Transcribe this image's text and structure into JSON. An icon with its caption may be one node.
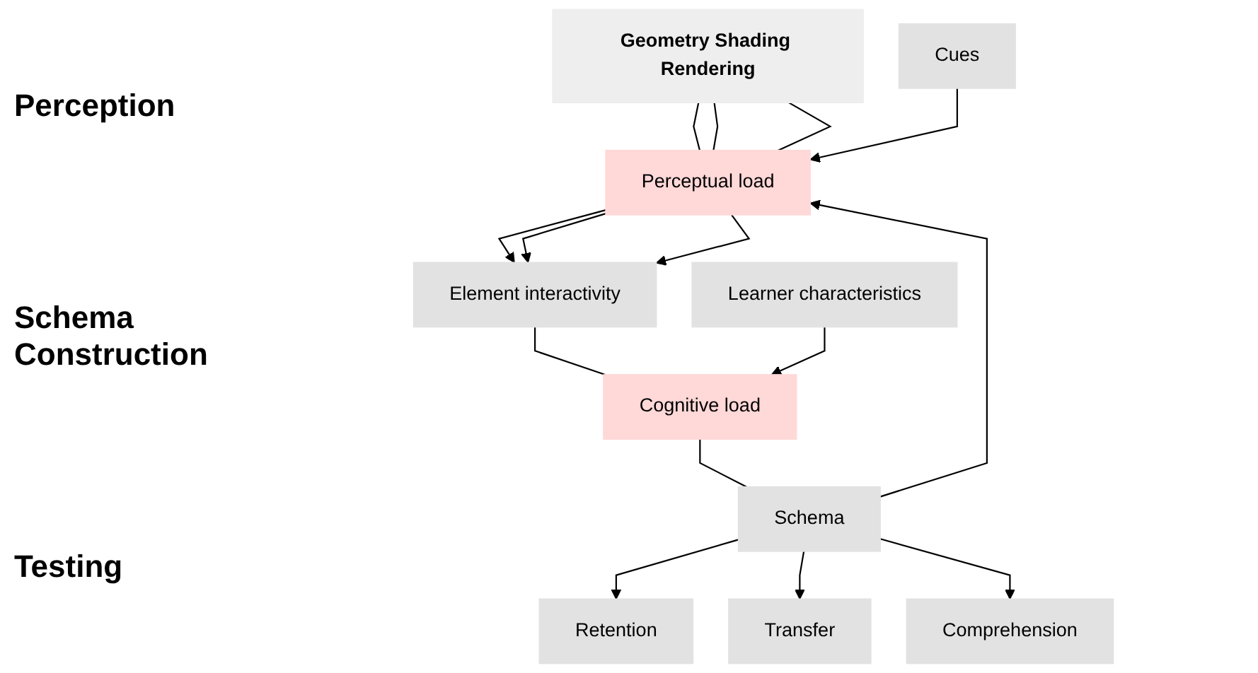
{
  "diagram": {
    "nodes": [
      {
        "text": [
          "Geometry Shading Rendering"
        ]
      },
      {
        "text": [
          "Perceptual load"
        ]
      },
      {
        "text": [
          "Cues"
        ]
      },
      {
        "text": [
          "Element interactivity"
        ]
      },
      {
        "text": [
          "Cognitive load"
        ]
      },
      {
        "text": [
          "Learner characteristics"
        ]
      },
      {
        "text": [
          "Schema"
        ]
      },
      {
        "text": [
          "Retention"
        ]
      },
      {
        "text": [
          "Transfer"
        ]
      },
      {
        "text": [
          "Comprehension"
        ]
      }
    ],
    "edges": [
      {
        "from": 0,
        "to": 1,
        "arrow": "none"
      },
      {
        "from": 0,
        "to": 1,
        "arrow": "none"
      },
      {
        "from": 0,
        "to": 1,
        "arrow": "none"
      },
      {
        "from": 2,
        "to": 1,
        "arrow": "to"
      },
      {
        "from": 1,
        "to": 3,
        "arrow": "to"
      },
      {
        "from": 1,
        "to": 3,
        "arrow": "to"
      },
      {
        "from": 1,
        "to": 3,
        "arrow": "to"
      },
      {
        "from": 3,
        "to": 4,
        "arrow": "none"
      },
      {
        "from": 5,
        "to": 4,
        "arrow": "to"
      },
      {
        "from": 4,
        "to": 6,
        "arrow": "none"
      },
      {
        "from": 6,
        "to": 1,
        "arrow": "to"
      },
      {
        "from": 6,
        "to": 7,
        "arrow": "to"
      },
      {
        "from": 6,
        "to": 8,
        "arrow": "to"
      },
      {
        "from": 6,
        "to": 9,
        "arrow": "to"
      }
    ],
    "labels": [
      "Perception",
      "Schema Construction",
      "Testing"
    ]
  }
}
